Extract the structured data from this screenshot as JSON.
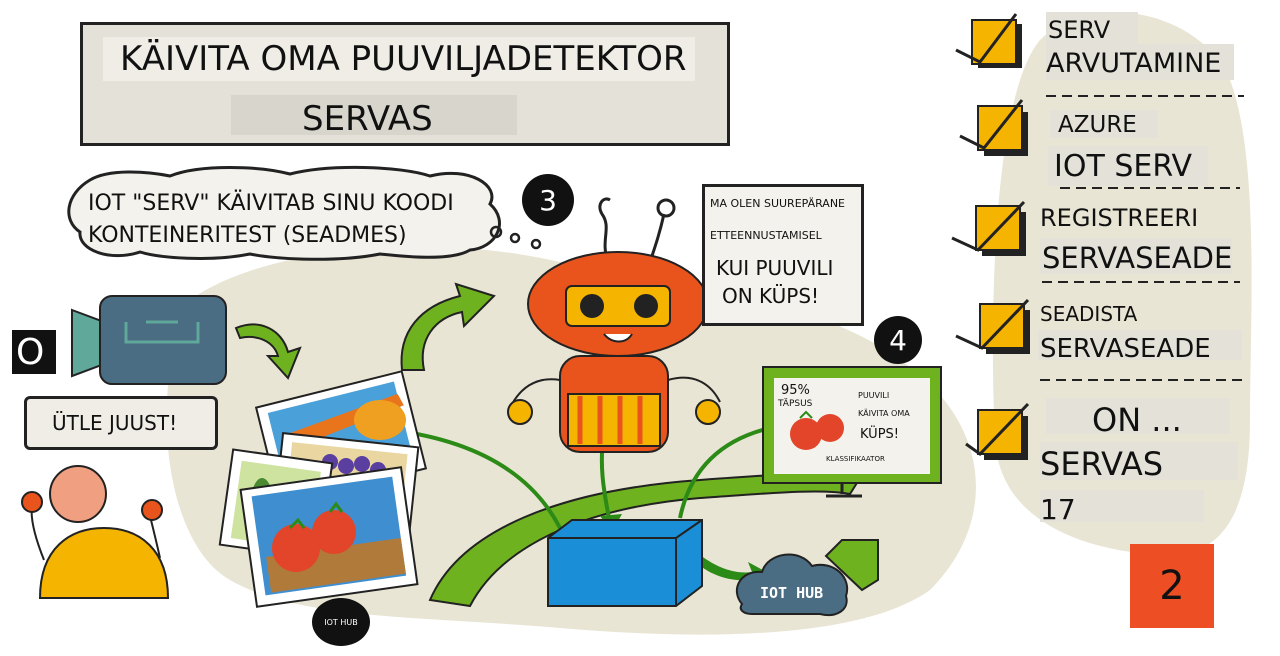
{
  "title": {
    "line1": "KÄIVITA OMA PUUVILJADETEKTOR",
    "line2": "SERVAS"
  },
  "cloud_text": {
    "line1": "IOT \"SERV\" KÄIVITAB SINU KOODI",
    "line2": "KONTEINERITEST (SEADMES)"
  },
  "robot_speech": {
    "line1": "MA OLEN SUUREPÄRANE",
    "line2": "ETTEENNUSTAMISEL",
    "line3": "KUI PUUVILI",
    "line4": "ON KÜPS!"
  },
  "person_speech": "ÜTLE JUUST!",
  "camera_badge": "O",
  "step_badges": {
    "three": "3",
    "four": "4"
  },
  "monitor": {
    "accuracy": "95%",
    "accuracy_label": "TÄPSUS",
    "line1": "PUUVILI",
    "line2": "KÄIVITA OMA",
    "line3": "KÜPS!",
    "footer": "KLASSIFIKAATOR"
  },
  "iot_hub_cloud": "IOT HUB",
  "iot_hub_small": "IOT HUB",
  "checklist": [
    {
      "line1": "SERV",
      "line2": "ARVUTAMINE"
    },
    {
      "line1": "AZURE",
      "line2": "IOT SERV"
    },
    {
      "line1": "REGISTREERI",
      "line2": "SERVASEADE"
    },
    {
      "line1": "SEADISTA",
      "line2": "SERVASEADE"
    },
    {
      "line1": "ON ...",
      "line2": "SERVAS",
      "line3": "17"
    }
  ],
  "page_number": "2",
  "colors": {
    "green": "#6fb21f",
    "orange": "#e8541c",
    "check_yellow": "#f5b400",
    "blob": "#e8e5d4",
    "blue_box": "#1a8fd8",
    "camera": "#4a6d84",
    "camera_frame": "#5fa89a",
    "page_badge": "#ee4e23"
  }
}
